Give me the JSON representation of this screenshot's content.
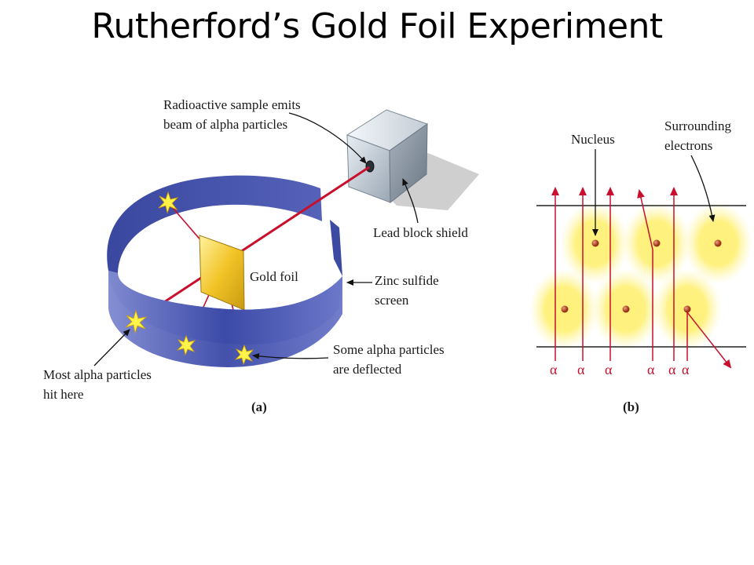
{
  "slide": {
    "title": "Rutherford’s Gold Foil Experiment"
  },
  "panel_a": {
    "label": "(a)",
    "source_label": [
      "Radioactive sample emits",
      "beam of alpha particles"
    ],
    "shield_label": "Lead block shield",
    "foil_label": "Gold foil",
    "screen_label": [
      "Zinc sulfide",
      "screen"
    ],
    "deflected_label": [
      "Some alpha particles",
      "are deflected"
    ],
    "hit_label": [
      "Most alpha particles",
      "hit here"
    ]
  },
  "panel_b": {
    "label": "(b)",
    "nucleus_label": "Nucleus",
    "electrons_label": [
      "Surrounding",
      "electrons"
    ],
    "alpha_symbols": [
      "α",
      "α",
      "α",
      "α",
      "α",
      "α"
    ]
  },
  "colors": {
    "beam": "#c8102e",
    "screen": "#4a58b0",
    "foil": "#f0c020",
    "electron_cloud": "#ffe94a",
    "nucleus": "#b5462a"
  }
}
